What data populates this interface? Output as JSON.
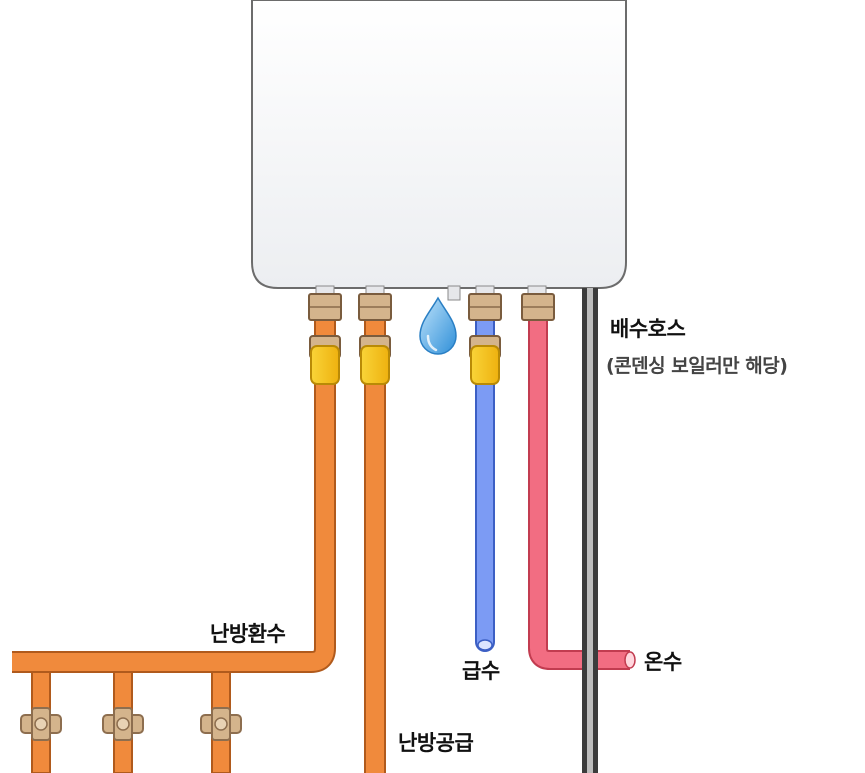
{
  "labels": {
    "drain_hose": "배수호스",
    "drain_hose_note": "(콘덴싱 보일러만 해당)",
    "heating_return": "난방환수",
    "cold_water": "급수",
    "hot_water": "온수",
    "heating_supply": "난방공급"
  },
  "colors": {
    "heating_pipe": "#f08a3c",
    "cold_pipe": "#6f8ff2",
    "hot_pipe": "#f06278",
    "drain_hose": "#444444",
    "valve_handle": "#f7c21a",
    "fitting": "#d4b48c",
    "boiler_body": "#f3f4f6",
    "water_drop": "#4aa6e6"
  },
  "icons": {
    "drop": "water-drop-icon",
    "valve": "ball-valve-icon"
  }
}
